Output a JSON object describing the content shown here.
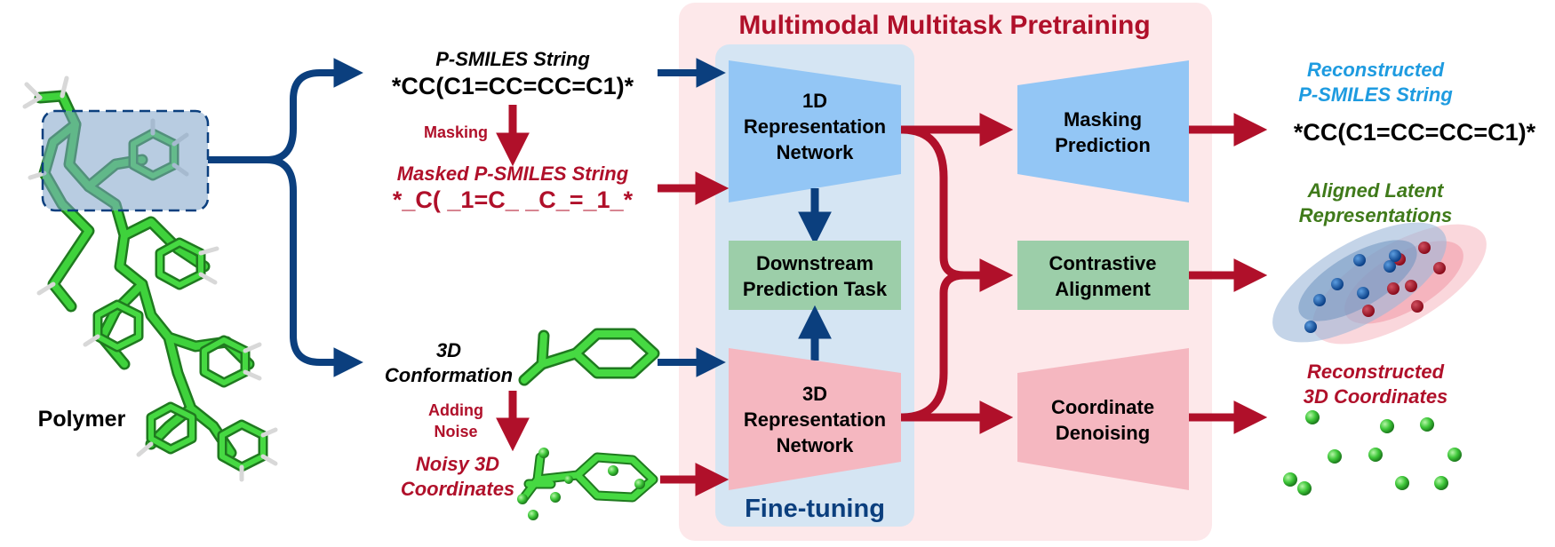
{
  "title": "Multimodal Multitask Pretraining",
  "finetune_label": "Fine-tuning",
  "polymer_label": "Polymer",
  "psmiles": {
    "caption": "P-SMILES String",
    "value": "*CC(C1=CC=CC=C1)*"
  },
  "masking_label": "Masking",
  "masked": {
    "caption": "Masked P-SMILES String",
    "value": "*_C( _1=C_ _C_=_1_*"
  },
  "conformation": {
    "line1": "3D",
    "line2": "Conformation"
  },
  "noise_label": {
    "line1": "Adding",
    "line2": "Noise"
  },
  "noisy": {
    "line1": "Noisy 3D",
    "line2": "Coordinates"
  },
  "net1d": {
    "line1": "1D",
    "line2": "Representation",
    "line3": "Network"
  },
  "net3d": {
    "line1": "3D",
    "line2": "Representation",
    "line3": "Network"
  },
  "downstream": {
    "line1": "Downstream",
    "line2": "Prediction Task"
  },
  "masking_pred": {
    "line1": "Masking",
    "line2": "Prediction"
  },
  "contrastive": {
    "line1": "Contrastive",
    "line2": "Alignment"
  },
  "coord_denoise": {
    "line1": "Coordinate",
    "line2": "Denoising"
  },
  "recon_smiles": {
    "line1": "Reconstructed",
    "line2": "P-SMILES String",
    "value": "*CC(C1=CC=CC=C1)*"
  },
  "aligned": {
    "line1": "Aligned Latent",
    "line2": "Representations"
  },
  "recon_coords": {
    "line1": "Reconstructed",
    "line2": "3D Coordinates"
  },
  "colors": {
    "title_red": "#b0102a",
    "navy": "#0b3f7e",
    "crimson": "#b0102a",
    "light_blue_text": "#1e9be0",
    "green_text": "#3f7a1a",
    "box_blue": "#93c6f5",
    "box_pink": "#f5b7c0",
    "box_green": "#9ccea9",
    "pretrain_bg": "#fde8ea",
    "finetune_bg": "#d5e5f3"
  }
}
